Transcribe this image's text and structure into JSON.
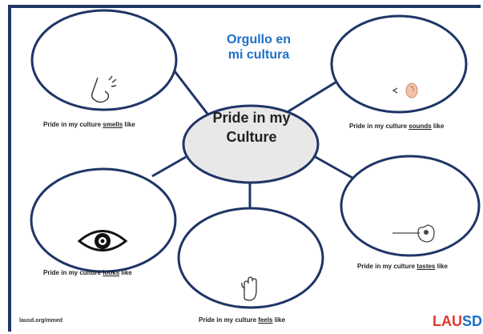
{
  "title": "Orgullo en mi cultura",
  "center": "Pride in my Culture",
  "captions": {
    "smells": {
      "prefix": "Pride in my culture ",
      "sense": "smells",
      "suffix": " like"
    },
    "sounds": {
      "prefix": "Pride in my culture ",
      "sense": "sounds",
      "suffix": " like"
    },
    "looks": {
      "prefix": "Pride in my culture ",
      "sense": "looks",
      "suffix": " like"
    },
    "feels": {
      "prefix": "Pride in my culture ",
      "sense": "feels",
      "suffix": " like"
    },
    "tastes": {
      "prefix": "Pride in my culture ",
      "sense": "tastes",
      "suffix": " like"
    }
  },
  "footer": {
    "link": "lausd.org/mmed",
    "logo_l": "LAU",
    "logo_s": "SD"
  },
  "icons": {
    "smells": "nose-icon",
    "sounds": "ear-icon",
    "looks": "eye-icon",
    "feels": "hand-icon",
    "tastes": "tongue-icon"
  },
  "colors": {
    "frame": "#1f3566",
    "oval_stroke": "#1f3566",
    "center_fill": "#e8e8e8",
    "title": "#1e6fc8"
  }
}
